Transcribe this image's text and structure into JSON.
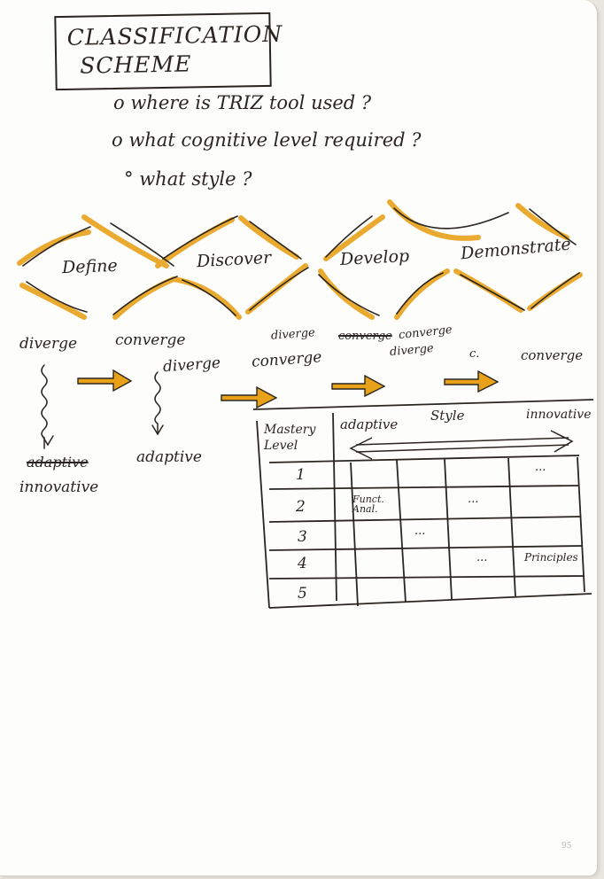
{
  "title": {
    "line1": "CLASSIFICATION",
    "line2": "SCHEME"
  },
  "questions": [
    "where is TRIZ tool used ?",
    "what cognitive level required ?",
    "what style ?"
  ],
  "phases": [
    "Define",
    "Discover",
    "Develop",
    "Demonstrate"
  ],
  "flow": {
    "diverge1": "diverge",
    "converge1": "converge",
    "diverge2": "diverge",
    "converge2": "converge",
    "diverge3": "diverge",
    "converge3_struck": "converge",
    "converge3": "converge",
    "diverge4": "diverge",
    "c4": "c.",
    "converge4": "converge"
  },
  "outcomes": {
    "struck": "adaptive",
    "innovative": "innovative",
    "adaptive": "adaptive"
  },
  "table": {
    "corner_header": "Mastery Level",
    "style_label": "Style",
    "adaptive_label": "adaptive",
    "innovative_label": "innovative",
    "levels": [
      "1",
      "2",
      "3",
      "4",
      "5"
    ],
    "cells": {
      "r1_c4": "...",
      "r2_c1": "Funct. Anal.",
      "r2_c3": "...",
      "r3_c2": "...",
      "r4_c3": "...",
      "r4_c4": "Principles"
    }
  },
  "page_number": "95",
  "colors": {
    "ink": "#2a2520",
    "marker": "#e8a21a"
  }
}
